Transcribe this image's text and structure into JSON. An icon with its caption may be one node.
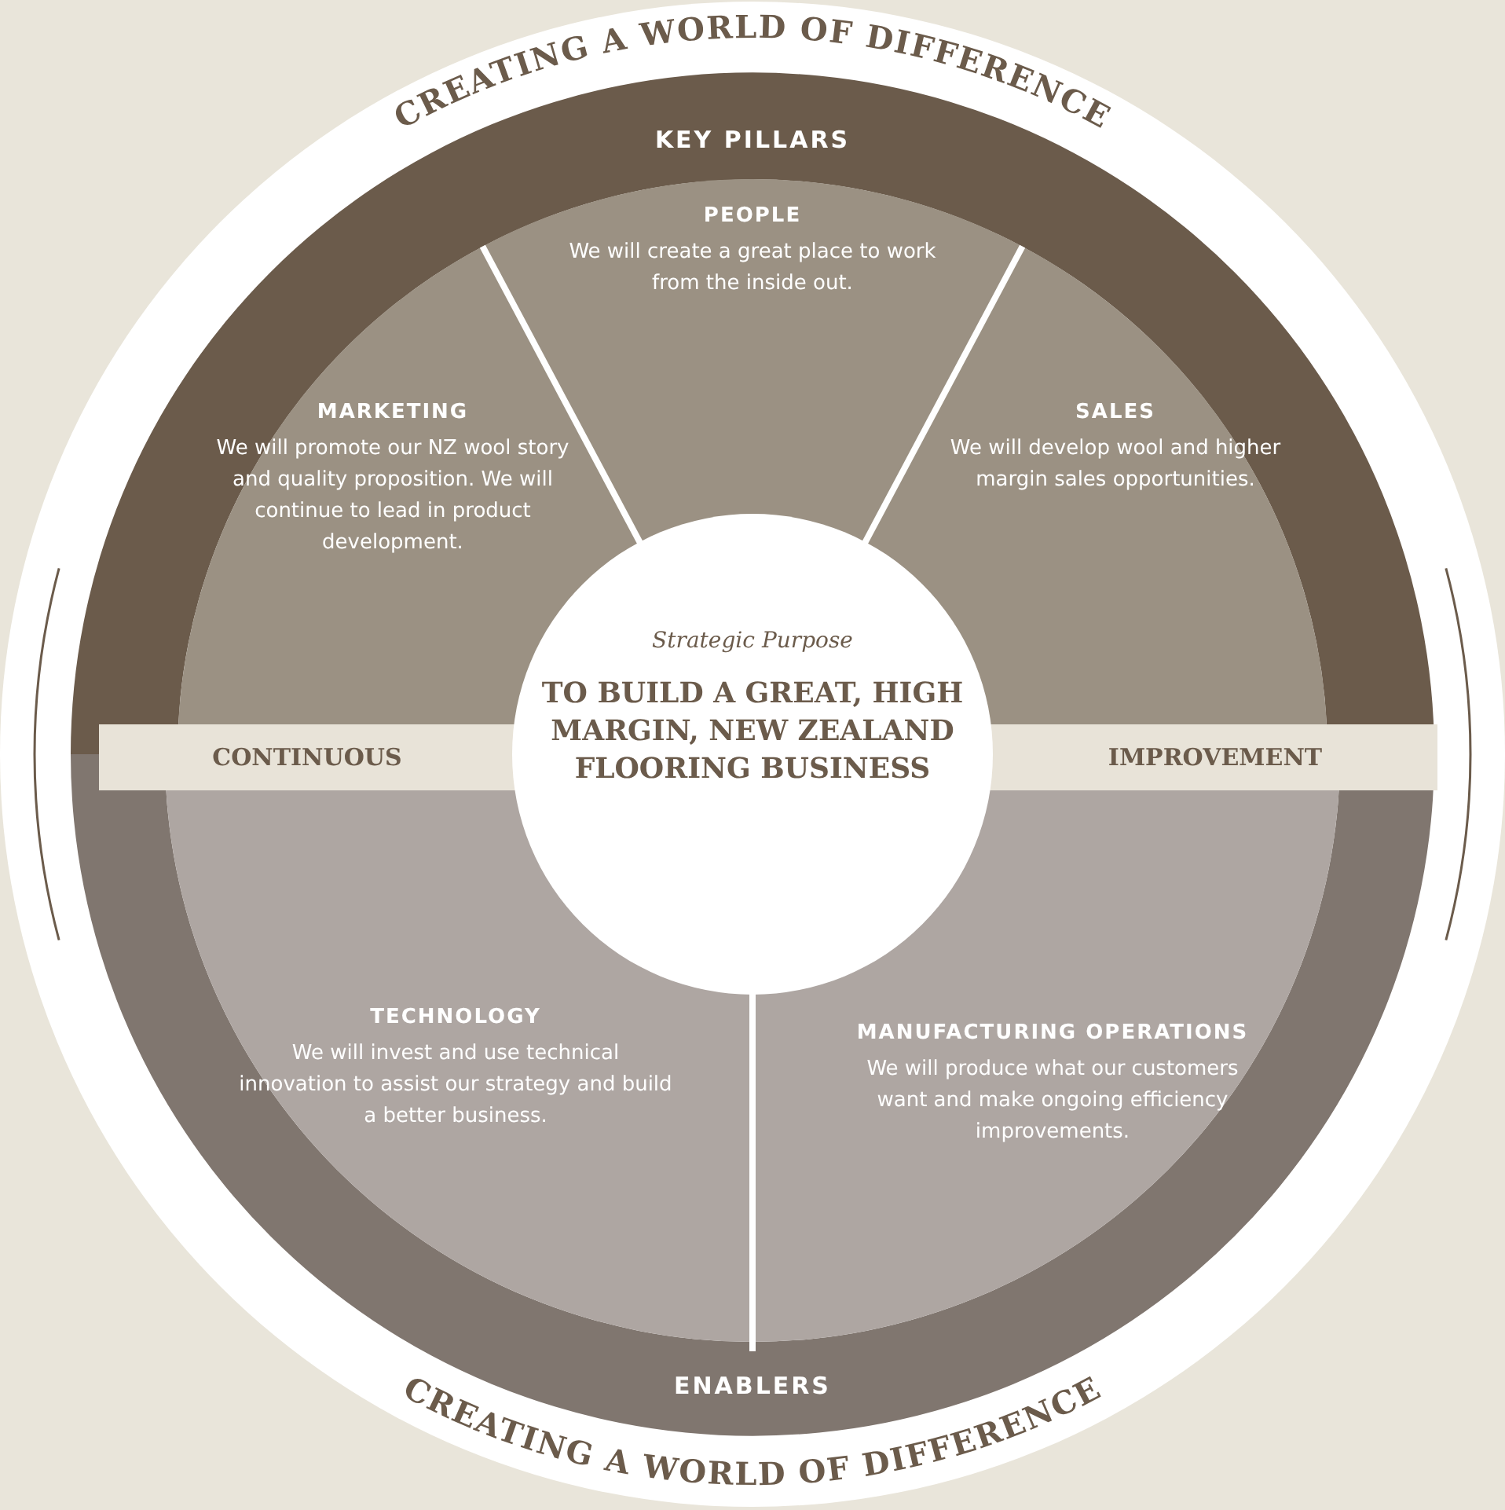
{
  "diagram": {
    "nodes": [
      {
        "text": [
          "KEY PILLARS"
        ]
      },
      {
        "text": [
          "MARKETING",
          "We will promote our NZ wool story and quality proposition. We will continue to lead in product development."
        ]
      },
      {
        "text": [
          "PEOPLE",
          "We will create a great place to work from the inside out."
        ]
      },
      {
        "text": [
          "SALES",
          "We will develop wool and higher margin sales opportunities."
        ]
      },
      {
        "text": [
          "CONTINUOUS"
        ]
      },
      {
        "text": [
          "IMPROVEMENT"
        ]
      },
      {
        "text": [
          "Strategic Purpose",
          "TO BUILD A GREAT, HIGH MARGIN, NEW ZEALAND FLOORING BUSINESS"
        ]
      },
      {
        "text": [
          "TECHNOLOGY",
          "We will invest and use technical innovation to assist our strategy and build a better business."
        ]
      },
      {
        "text": [
          "MANUFACTURING OPERATIONS",
          "We will produce what our customers want and make ongoing efficiency improvements."
        ]
      },
      {
        "text": [
          "ENABLERS"
        ]
      }
    ],
    "edges": [],
    "labels": [
      "CREATING A WORLD OF DIFFERENCE",
      "CREATING A WORLD OF DIFFERENCE"
    ]
  }
}
